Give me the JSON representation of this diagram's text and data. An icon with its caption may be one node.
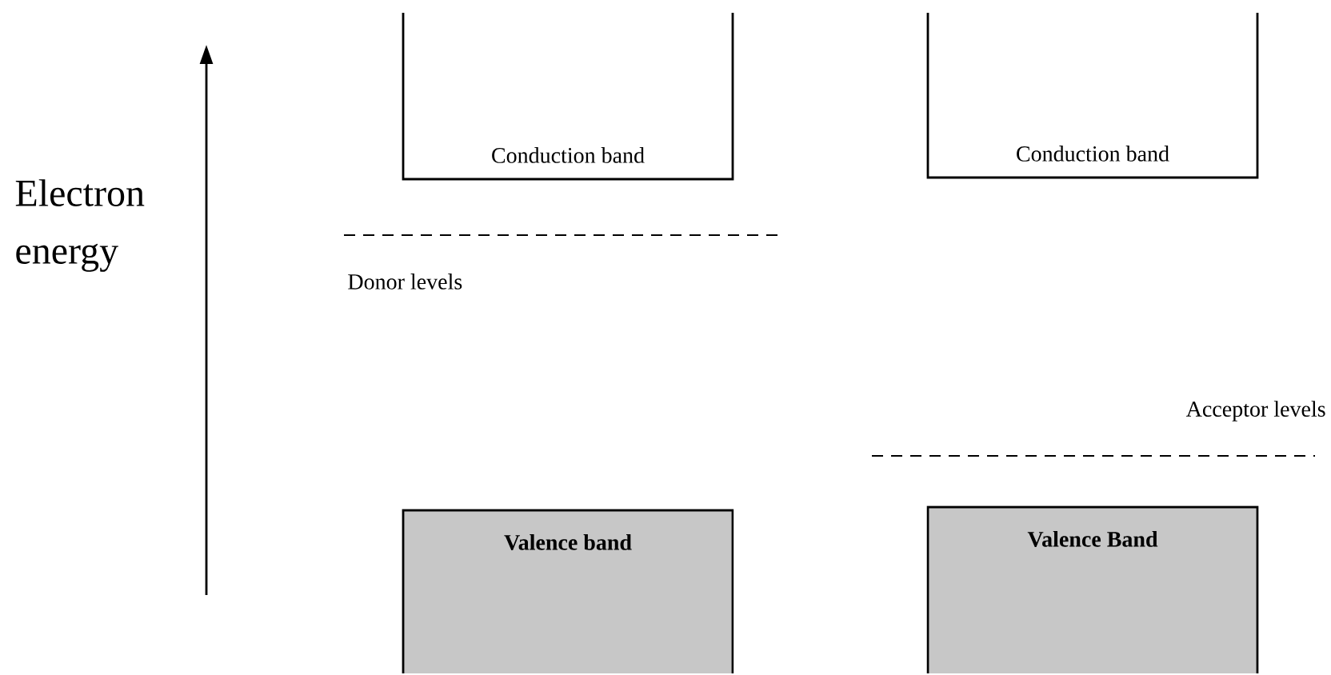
{
  "diagram": {
    "nodes": [
      {
        "text": [
          "Conduction band"
        ]
      },
      {
        "text": [
          "Conduction band"
        ]
      },
      {
        "text": [
          "Valence band"
        ]
      },
      {
        "text": [
          "Valence Band"
        ]
      }
    ],
    "labels": [
      "Electron energy",
      "Donor levels",
      "Acceptor levels"
    ]
  }
}
